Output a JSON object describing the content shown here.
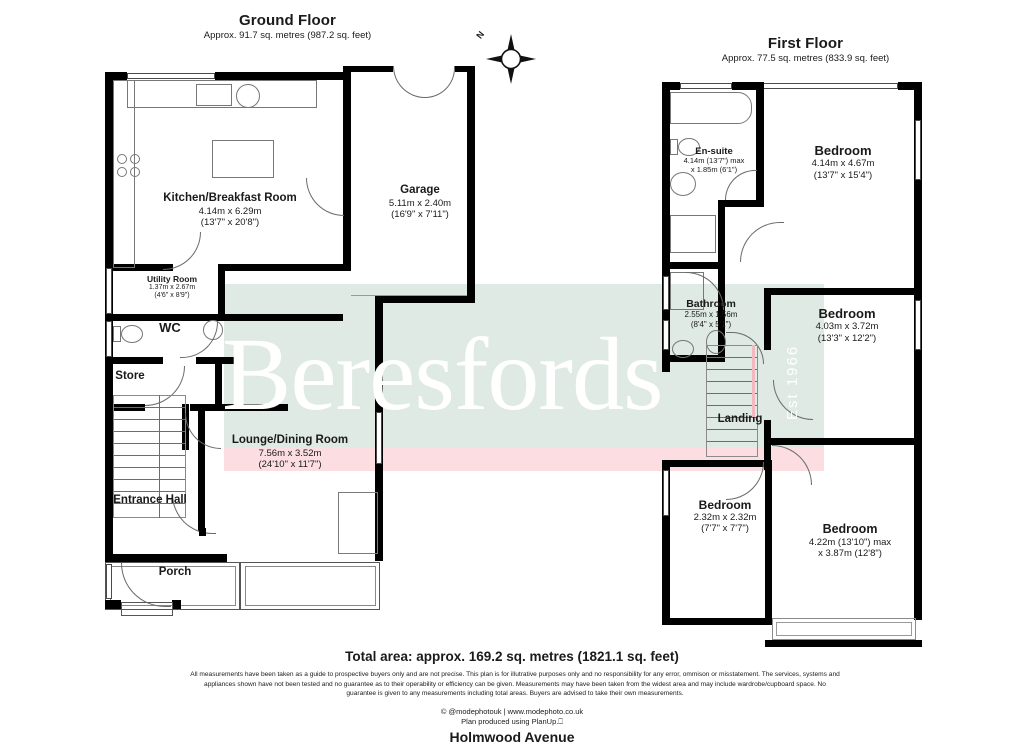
{
  "document": {
    "type": "floorplan",
    "address": "Holmwood Avenue",
    "total_area": "Total area: approx. 169.2 sq. metres (1821.1 sq. feet)",
    "disclaimer": "All measurements have been taken as a guide to prospective buyers only and are not precise. This plan is for illutrative purposes only and no responsibility for any error, ommison or misstatement. The services, systems and appliances shown have not been tested and no guarantee as to their operability or efficiency can be given. Measurements may have been taken from the widest area and may include wardrobe/cupboard space. No guarantee is given to any measurements including total areas. Buyers are advised to take their own measurements.",
    "credit_line1": "© @modephotouk | www.modephoto.co.uk",
    "credit_line2": "Plan produced using PlanUp.⎕"
  },
  "watermark": {
    "brand": "Beresfords",
    "est": "Est 1966",
    "band_teal": "#dfeae4",
    "band_pink": "#fbdde2",
    "bar_color": "#f3b7c0"
  },
  "compass": {
    "north_label": "N"
  },
  "floors": [
    {
      "id": "ground",
      "title": "Ground Floor",
      "subtitle": "Approx. 91.7 sq. metres (987.2 sq. feet)",
      "rooms": [
        {
          "name": "Kitchen/Breakfast Room",
          "metric": "4.14m x 6.29m",
          "imperial": "(13'7\" x 20'8\")"
        },
        {
          "name": "Garage",
          "metric": "5.11m x 2.40m",
          "imperial": "(16'9\" x 7'11\")"
        },
        {
          "name": "Utility Room",
          "metric": "1.37m x 2.67m",
          "imperial": "(4'6\" x 8'9\")"
        },
        {
          "name": "WC",
          "metric": "",
          "imperial": ""
        },
        {
          "name": "Store",
          "metric": "",
          "imperial": ""
        },
        {
          "name": "Lounge/Dining Room",
          "metric": "7.56m x 3.52m",
          "imperial": "(24'10\" x 11'7\")"
        },
        {
          "name": "Entrance Hall",
          "metric": "",
          "imperial": ""
        },
        {
          "name": "Porch",
          "metric": "",
          "imperial": ""
        }
      ]
    },
    {
      "id": "first",
      "title": "First Floor",
      "subtitle": "Approx. 77.5 sq. metres (833.9 sq. feet)",
      "rooms": [
        {
          "name": "En-suite",
          "metric": "4.14m (13'7\") max",
          "imperial": "x 1.85m (6'1\")"
        },
        {
          "name": "Bedroom",
          "metric": "4.14m x 4.67m",
          "imperial": "(13'7\" x 15'4\")"
        },
        {
          "name": "Bathroom",
          "metric": "2.55m x 1.56m",
          "imperial": "(8'4\" x 5'1\")"
        },
        {
          "name": "Bedroom",
          "metric": "4.03m x 3.72m",
          "imperial": "(13'3\" x 12'2\")"
        },
        {
          "name": "Landing",
          "metric": "",
          "imperial": ""
        },
        {
          "name": "Bedroom",
          "metric": "2.32m x 2.32m",
          "imperial": "(7'7\" x 7'7\")"
        },
        {
          "name": "Bedroom",
          "metric": "4.22m (13'10\") max",
          "imperial": "x 3.87m (12'8\")"
        }
      ]
    }
  ]
}
